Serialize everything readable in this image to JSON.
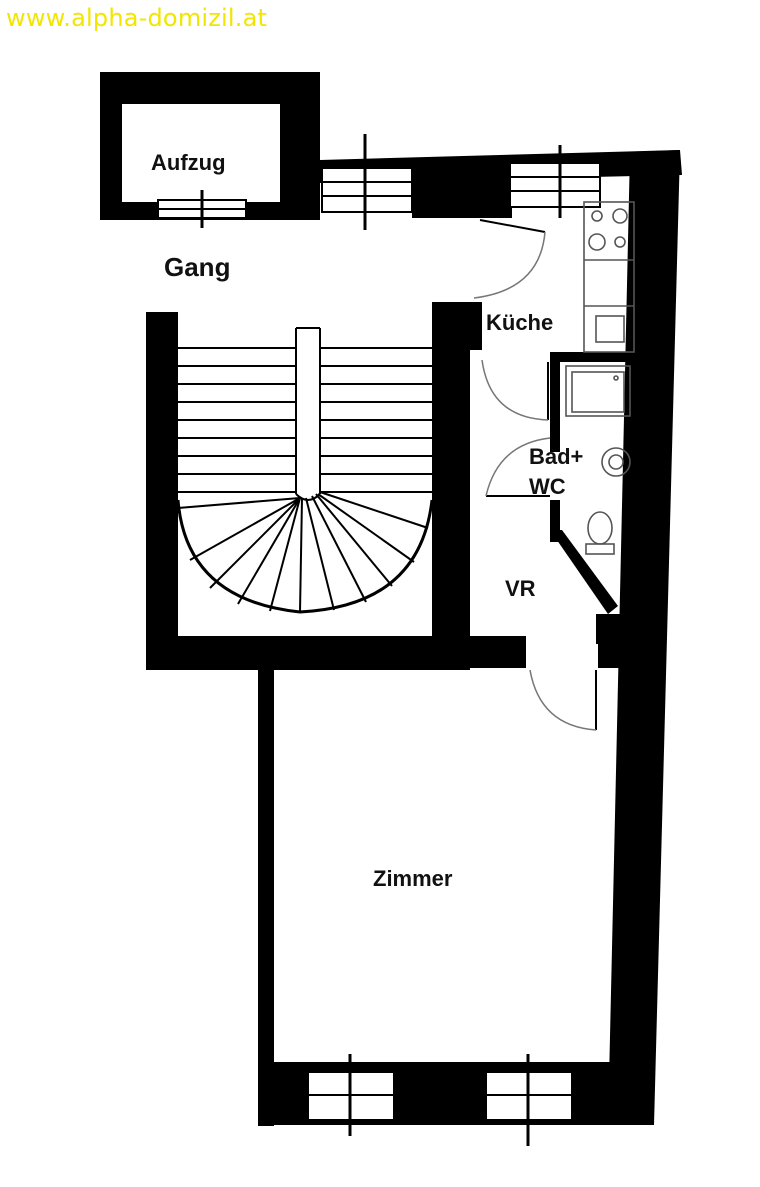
{
  "watermark": "www.alpha-domizil.at",
  "rooms": {
    "elevator": "Aufzug",
    "hallway": "Gang",
    "kitchen": "Küche",
    "bathroom_line1": "Bad+",
    "bathroom_line2": "WC",
    "entry": "VR",
    "room": "Zimmer"
  },
  "colors": {
    "wall": "#000000",
    "floor": "#ffffff",
    "watermark": "#f2e600",
    "fixture_line": "#555555"
  }
}
